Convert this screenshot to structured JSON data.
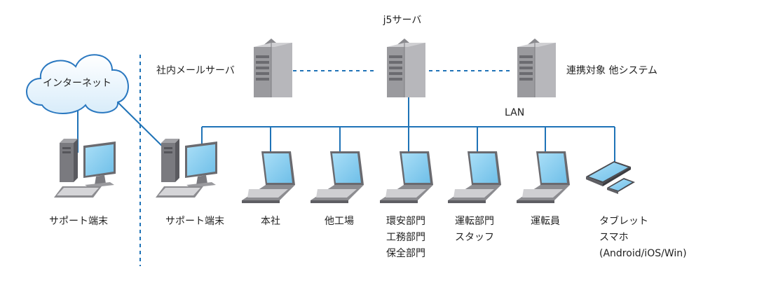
{
  "internet": {
    "label": "インターネット"
  },
  "servers": {
    "main": "j5サーバ",
    "mail": "社内メールサーバ",
    "other": "連携対象 他システム"
  },
  "network": {
    "lan": "LAN"
  },
  "external_support": {
    "label": "サポート端末"
  },
  "clients": [
    {
      "lines": [
        "サポート端末"
      ]
    },
    {
      "lines": [
        "本社"
      ]
    },
    {
      "lines": [
        "他工場"
      ]
    },
    {
      "lines": [
        "環安部門",
        "工務部門",
        "保全部門"
      ]
    },
    {
      "lines": [
        "運転部門",
        "スタッフ"
      ]
    },
    {
      "lines": [
        "運転員"
      ]
    },
    {
      "lines": [
        "タブレット",
        "スマホ",
        "(Android/iOS/Win)"
      ]
    }
  ],
  "colors": {
    "line": "#1f73b7",
    "screen": "#8fd0f2",
    "device": "#6e6e72",
    "cloud_edge": "#2a78c0"
  }
}
